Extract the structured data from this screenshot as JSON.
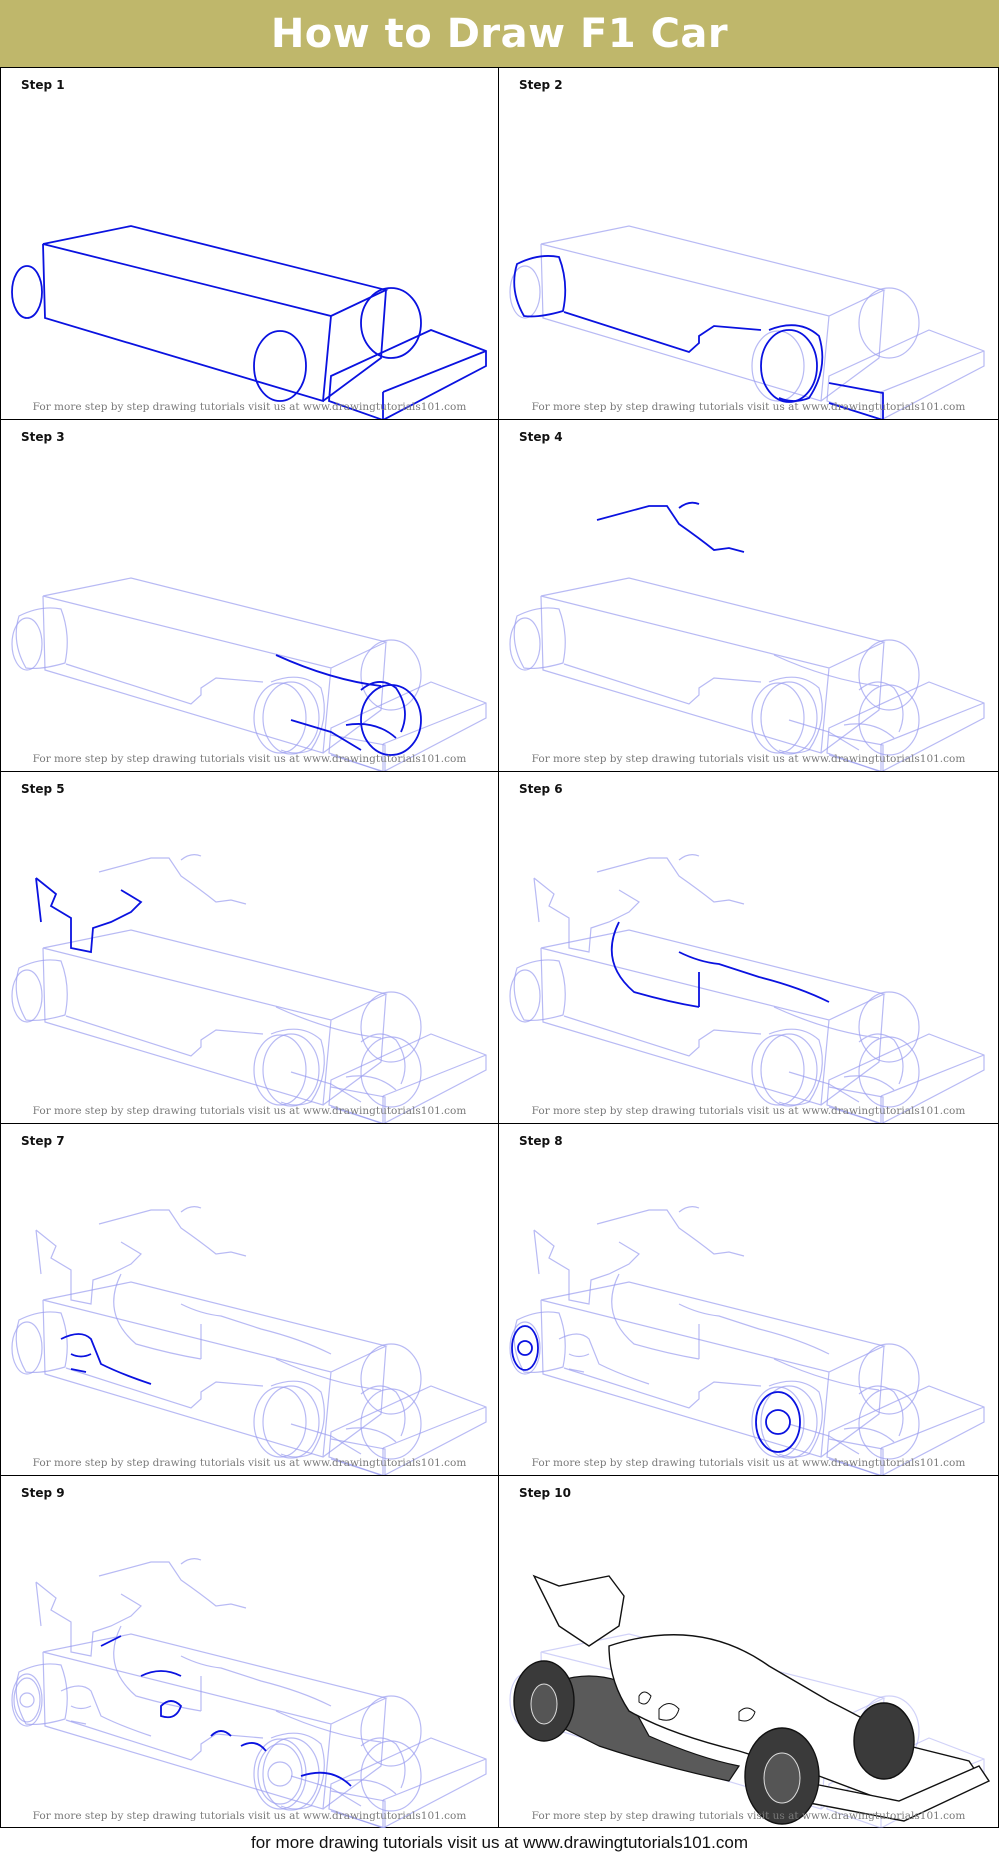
{
  "header": {
    "title": "How to Draw F1 Car",
    "background": "#BFB76B"
  },
  "caption_text": "For more step by step drawing tutorials visit us at www.drawingtutorials101.com",
  "colors": {
    "ink": "#0A12E0",
    "ghost": "#9A9CF0",
    "final_ink": "#111111"
  },
  "steps": [
    {
      "label": "Step 1",
      "caption": "For more step by step drawing tutorials visit us at www.drawingtutorials101.com",
      "stage": 1
    },
    {
      "label": "Step 2",
      "caption": "For more step by step drawing tutorials visit us at www.drawingtutorials101.com",
      "stage": 2
    },
    {
      "label": "Step 3",
      "caption": "For more step by step drawing tutorials visit us at www.drawingtutorials101.com",
      "stage": 3
    },
    {
      "label": "Step 4",
      "caption": "For more step by step drawing tutorials visit us at www.drawingtutorials101.com",
      "stage": 4
    },
    {
      "label": "Step 5",
      "caption": "For more step by step drawing tutorials visit us at www.drawingtutorials101.com",
      "stage": 5
    },
    {
      "label": "Step 6",
      "caption": "For more step by step drawing tutorials visit us at www.drawingtutorials101.com",
      "stage": 6
    },
    {
      "label": "Step 7",
      "caption": "For more step by step drawing tutorials visit us at www.drawingtutorials101.com",
      "stage": 7
    },
    {
      "label": "Step 8",
      "caption": "For more step by step drawing tutorials visit us at www.drawingtutorials101.com",
      "stage": 8
    },
    {
      "label": "Step 9",
      "caption": "For more step by step drawing tutorials visit us at www.drawingtutorials101.com",
      "stage": 9
    },
    {
      "label": "Step 10",
      "caption": "For more step by step drawing tutorials visit us at www.drawingtutorials101.com",
      "stage": 10
    }
  ],
  "footer": {
    "text": "for more drawing tutorials visit us at www.drawingtutorials101.com"
  }
}
